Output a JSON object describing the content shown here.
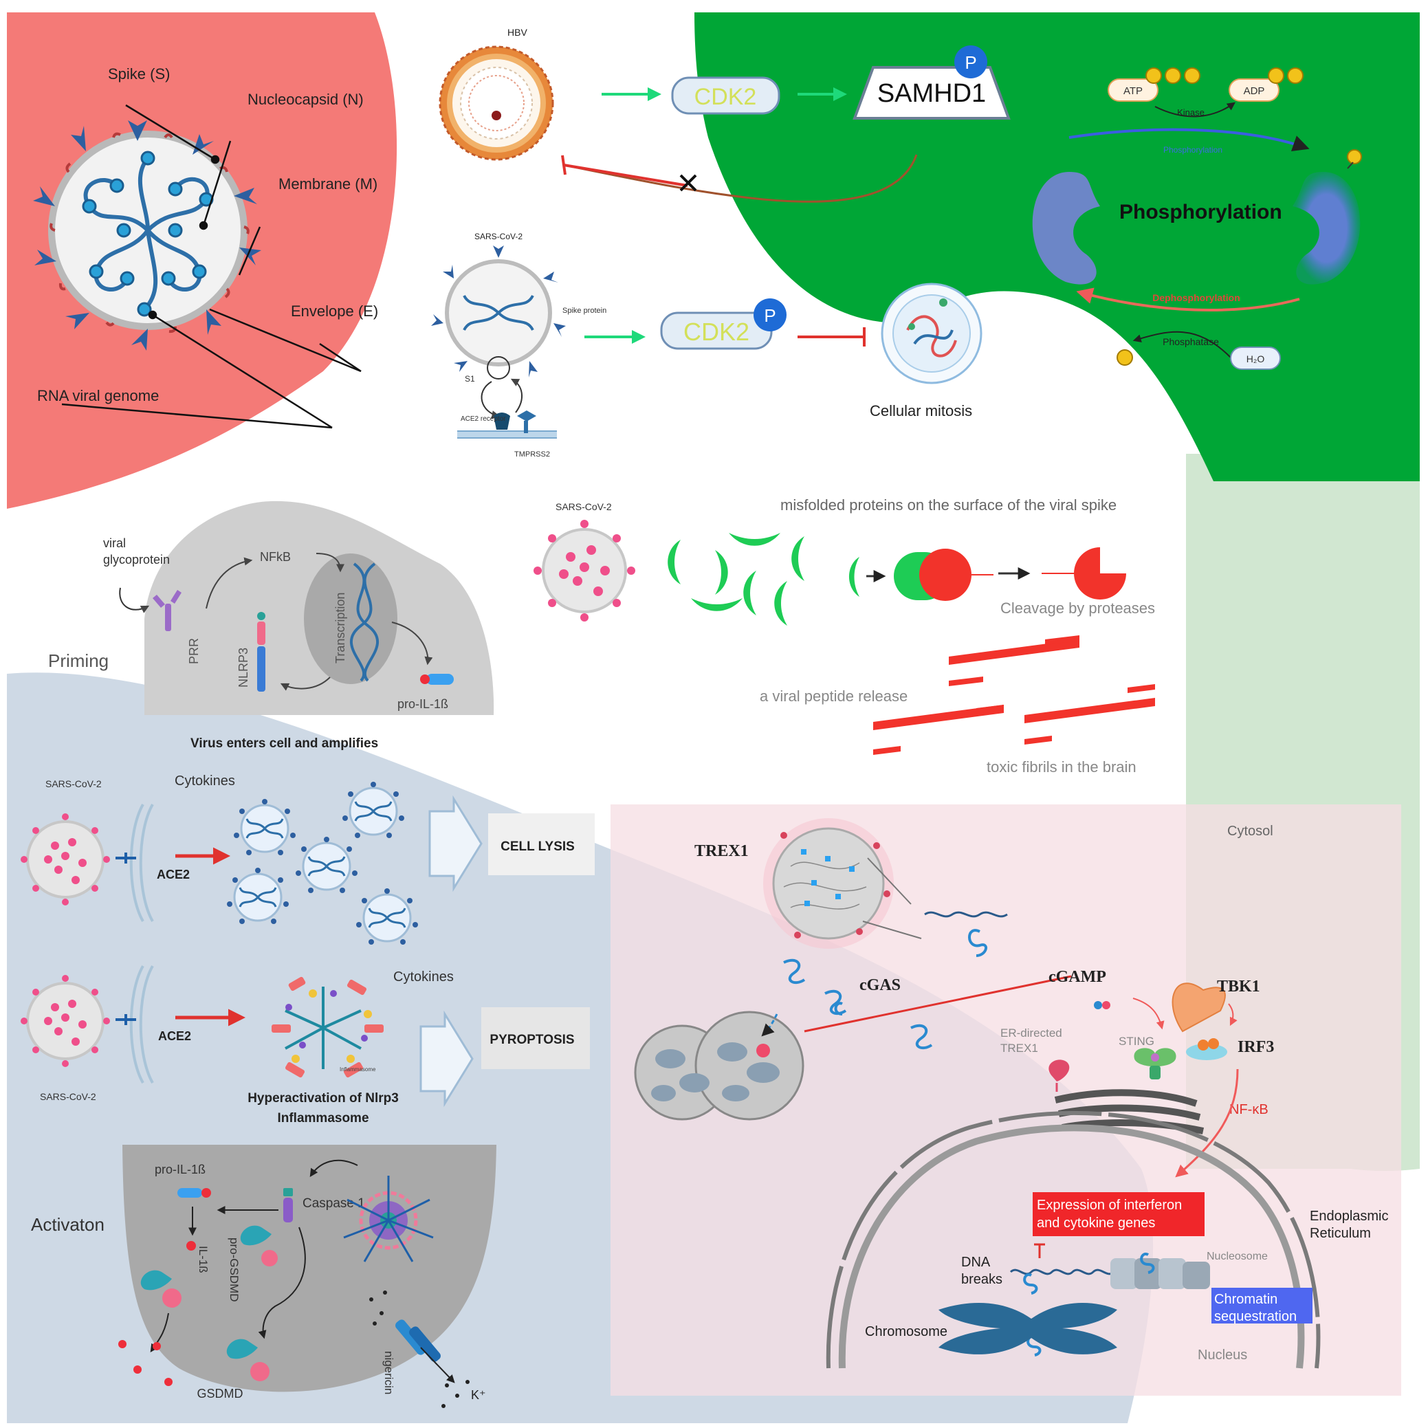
{
  "colors": {
    "red_region": "#f47a77",
    "green_region": "#00a636",
    "lightgreen_region": "#d1e7d1",
    "bluegrey_region": "#c8d4e0",
    "pink_region": "#f6e4e7",
    "virus_blue": "#2d6fa8",
    "virus_red": "#b53b3b",
    "cell_grey": "#cfcfcf",
    "arrow_green": "#1ed97a",
    "inhibit_red": "#e0322e",
    "fibril_red": "#f2332b",
    "mis_green": "#1ecc55",
    "highlight_red": "#f0262a",
    "highlight_blue": "#4f67f0"
  },
  "icons": [
    "virus-icon",
    "cell-icon",
    "dna-icon",
    "protein-icon",
    "membrane-receptor-icon",
    "phosphate-icon",
    "nucleus-icon",
    "chromosome-icon"
  ],
  "virus_anatomy": {
    "spike": "Spike (S)",
    "nucleocapsid": "Nucleocapsid (N)",
    "membrane": "Membrane (M)",
    "envelope": "Envelope (E)",
    "genome": "RNA viral genome"
  },
  "hbv_pathway": {
    "hbv_label": "HBV",
    "cdk2": "CDK2",
    "samhd1": "SAMHD1",
    "p": "P"
  },
  "sars_pathway": {
    "sars_label": "SARS-CoV-2",
    "spike_protein": "Spike protein",
    "s1": "S1",
    "ace2_receptor": "ACE2 receptor",
    "tmprss2": "TMPRSS2",
    "cdk2": "CDK2",
    "p": "P",
    "mitosis": "Cellular mitosis"
  },
  "phosphorylation": {
    "atp": "ATP",
    "adp": "ADP",
    "kinase": "Kinase",
    "phosphorylation_small": "Phosphorylation",
    "title": "Phosphorylation",
    "dephosphorylation": "Dephosphorylation",
    "phosphatase": "Phosphatase",
    "h2o": "H₂O",
    "p": "P"
  },
  "misfolding": {
    "sars_label": "SARS-CoV-2",
    "misfolded": "misfolded proteins on the surface of the viral spike",
    "cleavage": "Cleavage  by proteases",
    "peptide": "a viral peptide release",
    "fibrils": "toxic fibrils in the brain"
  },
  "priming": {
    "viral_glyco_1": "viral",
    "viral_glyco_2": "glycoprotein",
    "nfkb": "NFkB",
    "prr": "PRR",
    "nlrp3": "NLRP3",
    "transcription": "Transcription",
    "pro_il1b": "pro-IL-1ß",
    "priming": "Priming",
    "virus_enters": "Virus enters cell and amplifies"
  },
  "lysis": {
    "sars_label": "SARS-CoV-2",
    "cytokines": "Cytokines",
    "ace2": "ACE2",
    "cell_lysis": "CELL  LYSIS"
  },
  "pyroptosis": {
    "sars_label": "SARS-CoV-2",
    "ace2": "ACE2",
    "cytokines": "Cytokines",
    "inflammasome": "Inflammasome",
    "pyroptosis": "PYROPTOSIS",
    "hyper_1": "Hyperactivation of Nlrp3",
    "hyper_2": "Inflammasome"
  },
  "activation": {
    "pro_il1b": "pro-IL-1ß",
    "caspase": "Caspase 1",
    "activation": "Activaton",
    "il1b": "IL-1ß",
    "pro_gsdmd": "pro-GSDMD",
    "gsdmd": "GSDMD",
    "nigericin": "nigericin",
    "k": "K⁺"
  },
  "trex1": {
    "cytosol": "Cytosol",
    "trex1": "TREX1",
    "cgas": "cGAS",
    "cgamp": "cGAMP",
    "tbk1": "TBK1",
    "er_trex1_1": "ER-directed",
    "er_trex1_2": "TREX1",
    "sting": "STING",
    "irf3": "IRF3",
    "nfkb": "NF-κB",
    "expression_1": "Expression of interferon",
    "expression_2": "and cytokine genes",
    "er_1": "Endoplasmic",
    "er_2": "Reticulum",
    "dna_1": "DNA",
    "dna_2": "breaks",
    "nucleosome": "Nucleosome",
    "chromatin_1": "Chromatin",
    "chromatin_2": "sequestration",
    "chromosome": "Chromosome",
    "nucleus": "Nucleus"
  }
}
